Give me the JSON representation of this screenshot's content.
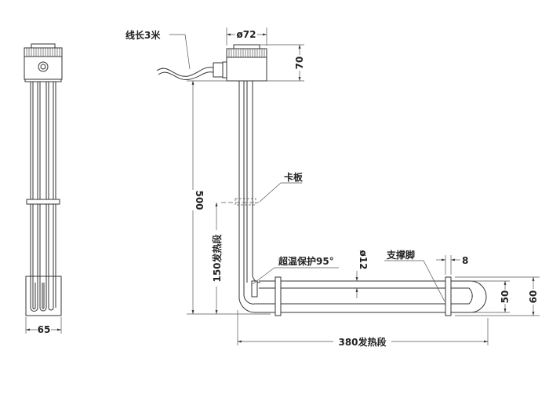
{
  "labels": {
    "cable_length": "线长3米",
    "cap_diameter": "ø72",
    "cap_height": "70",
    "total_length": "500",
    "clamp": "卡板",
    "vertical_heating": "150发热段",
    "over_temp": "超温保护95°",
    "tube_diameter": "ø12",
    "support_leg": "支撑脚",
    "support_width": "8",
    "inner_height": "50",
    "outer_height": "60",
    "horizontal_heating": "380发热段",
    "side_width": "65"
  }
}
